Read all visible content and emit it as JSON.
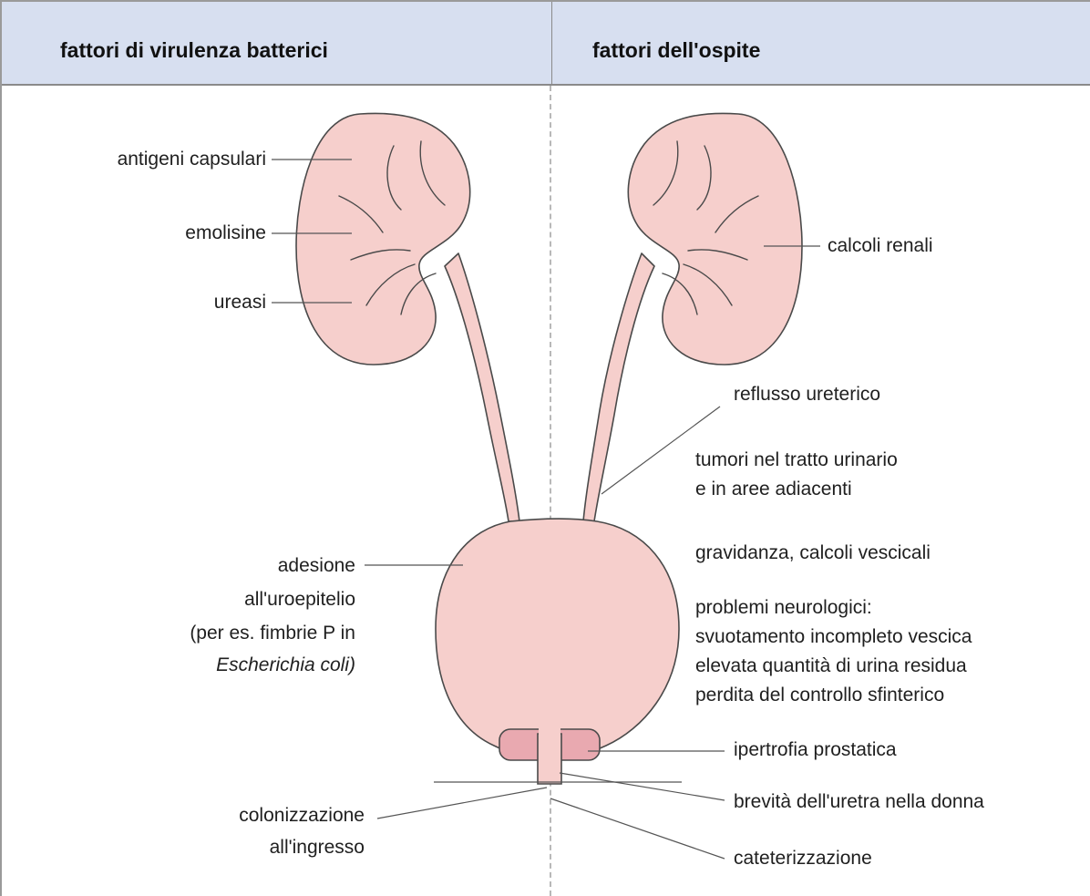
{
  "header": {
    "left_title": "fattori di virulenza batterici",
    "right_title": "fattori dell'ospite"
  },
  "left_labels": {
    "antigeni": "antigeni capsulari",
    "emolisine": "emolisine",
    "ureasi": "ureasi",
    "adesione_1": "adesione",
    "adesione_2": "all'uroepitelio",
    "adesione_3": "(per es. fimbrie P  in",
    "adesione_4": "Escherichia coli)",
    "colonizzazione_1": "colonizzazione",
    "colonizzazione_2": "all'ingresso"
  },
  "right_labels": {
    "calcoli_renali": "calcoli renali",
    "reflusso": "reflusso ureterico",
    "tumori_1": "tumori nel tratto urinario",
    "tumori_2": "e in aree adiacenti",
    "gravidanza": "gravidanza, calcoli vescicali",
    "neuro_1": "problemi neurologici:",
    "neuro_2": "svuotamento incompleto vescica",
    "neuro_3": "elevata quantità di urina residua",
    "neuro_4": "perdita del controllo sfinterico",
    "ipertrofia": "ipertrofia prostatica",
    "brevita": "brevità dell'uretra nella donna",
    "cateterizzazione": "cateterizzazione"
  },
  "colors": {
    "organ_fill": "#f6cfcc",
    "organ_stroke": "#4a4a4a",
    "prostate_fill": "#e9a9b0",
    "header_bg": "#d7dff0",
    "leader_line": "#555555"
  }
}
